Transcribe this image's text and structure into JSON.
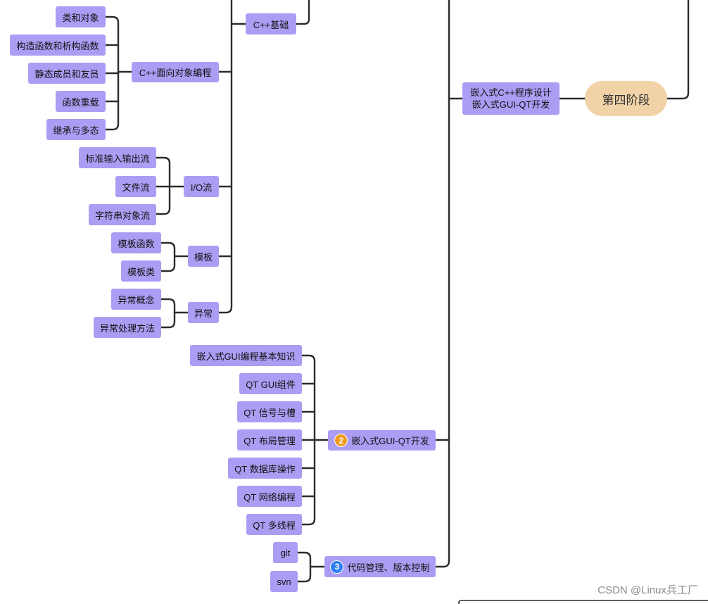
{
  "root": {
    "label": "第四阶段"
  },
  "stage": {
    "line1": "嵌入式C++程序设计",
    "line2": "嵌入式GUI-QT开发"
  },
  "cpp_basics": {
    "label": "C++基础"
  },
  "oop": {
    "label": "C++面向对象编程",
    "items": [
      "类和对象",
      "构造函数和析构函数",
      "静态成员和友员",
      "函数重载",
      "继承与多态"
    ]
  },
  "io": {
    "label": "I/O流",
    "items": [
      "标准输入输出流",
      "文件流",
      "字符串对象流"
    ]
  },
  "templates": {
    "label": "模板",
    "items": [
      "模板函数",
      "模板类"
    ]
  },
  "exceptions": {
    "label": "异常",
    "items": [
      "异常概念",
      "异常处理方法"
    ]
  },
  "gui": {
    "badge": "2",
    "label": "嵌入式GUI-QT开发",
    "items": [
      "嵌入式GUI编程基本知识",
      "QT GUI组件",
      "QT 信号与槽",
      "QT 布局管理",
      "QT 数据库操作",
      "QT 网络编程",
      "QT 多线程"
    ]
  },
  "vcs": {
    "badge": "3",
    "label": "代码管理、版本控制",
    "items": [
      "git",
      "svn"
    ]
  },
  "watermark": "CSDN @Linux兵工厂",
  "colors": {
    "node": "#ab9df3",
    "root": "#f2d3a8",
    "line": "#2b2b2b",
    "badge2": "#f39a1e",
    "badge3": "#2f7ff1"
  }
}
